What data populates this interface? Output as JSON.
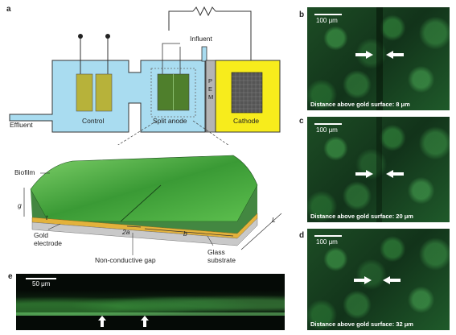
{
  "panels": {
    "a": "a",
    "b": "b",
    "c": "c",
    "d": "d",
    "e": "e"
  },
  "schematic": {
    "influent": "Influent",
    "effluent": "Effluent",
    "control": "Control",
    "split_anode": "Split anode",
    "pem": "PEM",
    "cathode": "Cathode"
  },
  "cross_section": {
    "biofilm": "Biofilm",
    "g": "g",
    "t": "t",
    "gold_electrode": "Gold\nelectrode",
    "two_a": "2a",
    "b": "b",
    "L": "L",
    "non_conductive_gap": "Non-conductive gap",
    "glass_substrate": "Glass\nsubstrate"
  },
  "micrographs": {
    "b": {
      "scale": "100 μm",
      "caption": "Distance above gold surface: 8 μm"
    },
    "c": {
      "scale": "100 μm",
      "caption": "Distance above gold surface: 20 μm"
    },
    "d": {
      "scale": "100 μm",
      "caption": "Distance above gold surface: 32 μm"
    },
    "e": {
      "scale": "50 μm"
    }
  },
  "colors": {
    "chamber_blue": "#a9dcf0",
    "cathode_yellow": "#f7ec1c",
    "pem_gray": "#b4b4b4",
    "gold": "#e3b23c",
    "biofilm_green": "#3fae3a"
  }
}
